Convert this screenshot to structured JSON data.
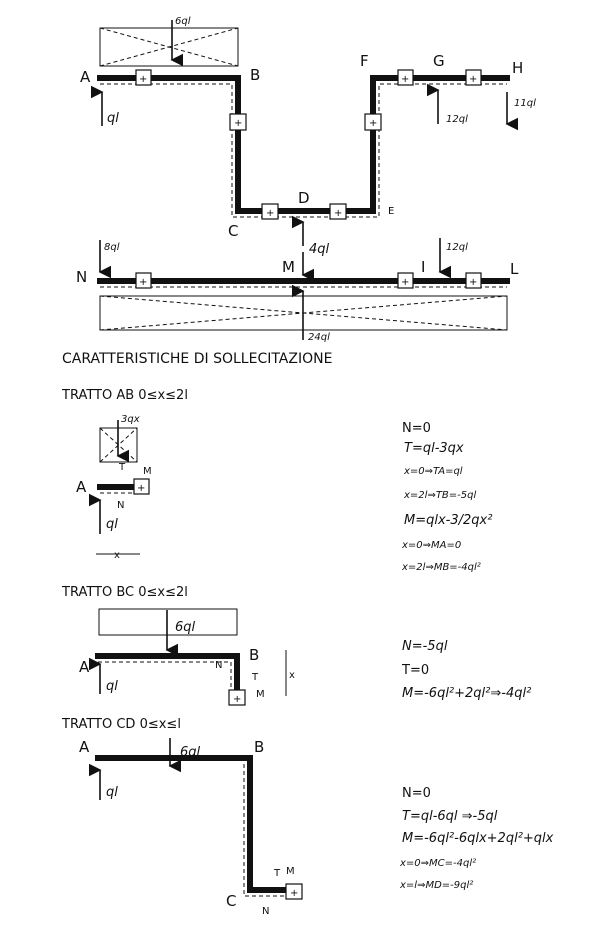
{
  "figure": {
    "top_nodes": {
      "A": "A",
      "B": "B",
      "C": "C",
      "D": "D",
      "E": "E",
      "F": "F",
      "G": "G",
      "H": "H"
    },
    "bottom_nodes": {
      "N": "N",
      "M": "M",
      "I": "I",
      "L": "L"
    },
    "sign_symbol": "+",
    "loads": {
      "top_distributed": "6ql",
      "reaction_A": "ql",
      "at_G": "12ql",
      "at_H": "11ql",
      "link_DM": "4ql",
      "at_N": "8ql",
      "at_I": "12ql",
      "bottom_distributed": "24ql"
    }
  },
  "heading": "CARATTERISTICHE DI SOLLECITAZIONE",
  "sections": {
    "ab": {
      "title": "TRATTO AB  0≤x≤2l",
      "load": "3qx",
      "node": "A",
      "reaction": "ql",
      "x_label": "x",
      "tag_T": "T",
      "tag_M": "M",
      "tag_N": "N",
      "equations": [
        "N=0",
        "T=ql-3qx",
        "x=0⇒TA=ql",
        "x=2l⇒TB=-5ql",
        "M=qlx-3/2qx²",
        "x=0⇒MA=0",
        "x=2l⇒MB=-4ql²"
      ]
    },
    "bc": {
      "title": "TRATTO BC  0≤x≤2l",
      "load": "6ql",
      "node_A": "A",
      "node_B": "B",
      "reaction": "ql",
      "x_label": "x",
      "tag_T": "T",
      "tag_M": "M",
      "tag_N": "N",
      "equations": [
        "N=-5ql",
        "T=0",
        "M=-6ql²+2ql²⇒-4ql²"
      ]
    },
    "cd": {
      "title": "TRATTO CD  0≤x≤l",
      "load": "6ql",
      "node_A": "A",
      "node_B": "B",
      "node_C": "C",
      "reaction": "ql",
      "tag_T": "T",
      "tag_M": "M",
      "tag_N": "N",
      "equations": [
        "N=0",
        "T=ql-6ql ⇒-5ql",
        "M=-6ql²-6qlx+2ql²+qlx",
        "x=0⇒MC=-4ql²",
        "x=l⇒MD=-9ql²"
      ]
    }
  }
}
